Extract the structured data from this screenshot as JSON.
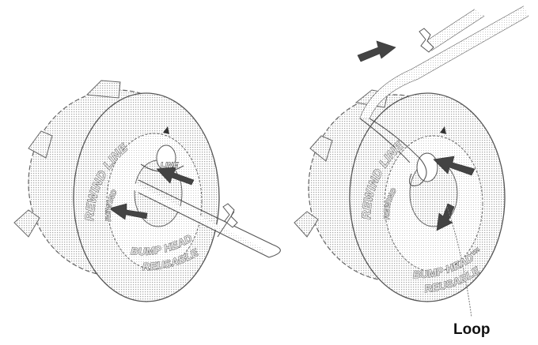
{
  "figure": {
    "left_head_labels": {
      "rewind_line": "REWIND LINE",
      "rewind_small": "REWIND",
      "line_small": "LINE",
      "bump_head": "BUMP HEAD",
      "reusable": "REUSABLE"
    },
    "right_head_labels": {
      "rewind_line": "REWIND LINE",
      "rewind_small": "REWIND",
      "bump_head": "BUMP HEAD™",
      "reusable": "REUSABLE"
    },
    "callout": {
      "label": "Loop"
    }
  },
  "colors": {
    "line": "#555555",
    "dots": "#bdbdbd",
    "arrow": "#444444",
    "text": "#111111"
  }
}
